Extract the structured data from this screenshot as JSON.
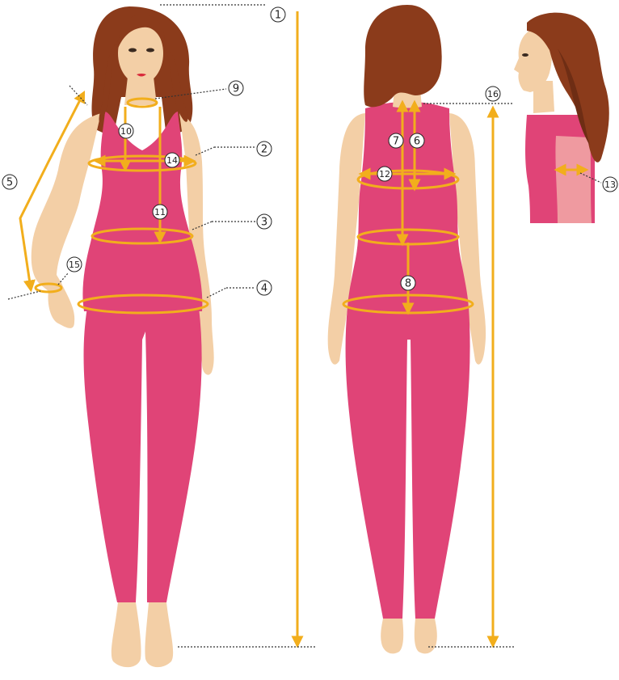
{
  "colors": {
    "outfit": "#E04477",
    "outfit_dark": "#C93A68",
    "skin": "#F3CFA6",
    "skin_shadow": "#E4B98E",
    "hair": "#8B3B1B",
    "hair_dark": "#6E2D14",
    "measure": "#F2AE1C",
    "leader": "#333333",
    "badge_text": "#222222",
    "sleeve_highlight": "#EF9AA0"
  },
  "markers": {
    "m1": "1",
    "m2": "2",
    "m3": "3",
    "m4": "4",
    "m5": "5",
    "m6": "6",
    "m7": "7",
    "m8": "8",
    "m9": "9",
    "m10": "10",
    "m11": "11",
    "m12": "12",
    "m13": "13",
    "m14": "14",
    "m15": "15",
    "m16": "16"
  },
  "icons": {
    "front_view": "front-figure",
    "back_view": "back-figure",
    "side_view": "side-head-figure"
  }
}
